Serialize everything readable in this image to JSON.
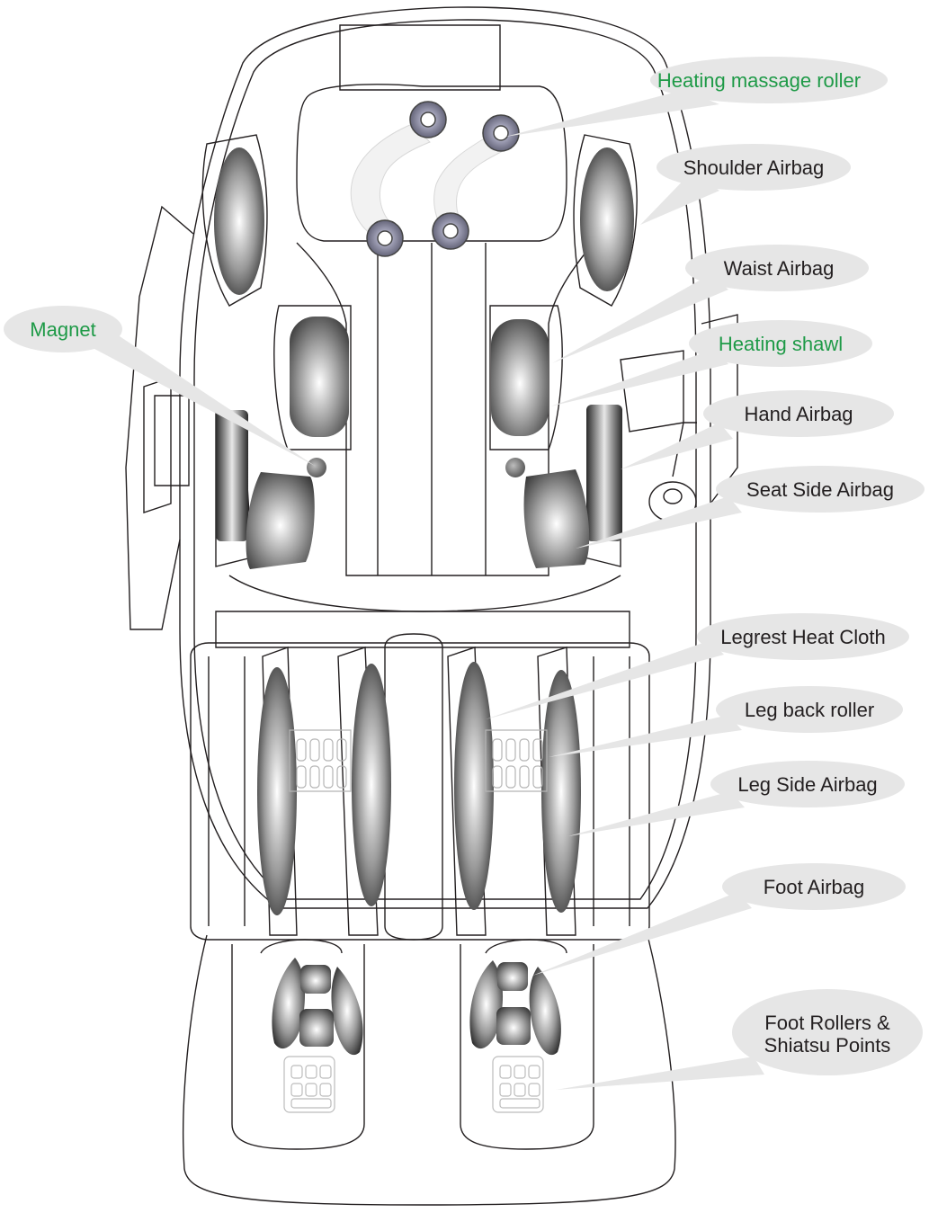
{
  "colors": {
    "green_label": "#1e9a47",
    "dark_label": "#231f20",
    "callout_bg": "#e6e6e6",
    "outline": "#231f20",
    "airbag_dark": "#3b3b3b",
    "airbag_light": "#ffffff"
  },
  "labels": {
    "heating_massage_roller": "Heating massage roller",
    "shoulder_airbag": "Shoulder Airbag",
    "waist_airbag": "Waist Airbag",
    "magnet": "Magnet",
    "heating_shawl": "Heating shawl",
    "hand_airbag": "Hand Airbag",
    "seat_side_airbag": "Seat Side Airbag",
    "legrest_heat_cloth": "Legrest Heat Cloth",
    "leg_back_roller": "Leg back roller",
    "leg_side_airbag": "Leg Side Airbag",
    "foot_airbag": "Foot Airbag",
    "foot_rollers_line1": "Foot Rollers &",
    "foot_rollers_line2": "Shiatsu Points"
  }
}
